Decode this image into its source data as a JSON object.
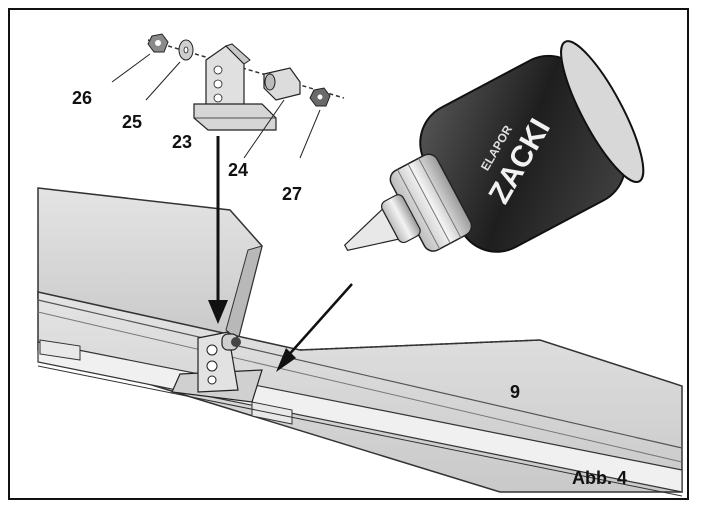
{
  "labels": {
    "p26": "26",
    "p25": "25",
    "p23": "23",
    "p24": "24",
    "p27": "27",
    "p9": "9"
  },
  "caption": "Abb. 4",
  "bottle": {
    "brand": "ZACKI",
    "maker": "ELAPOR"
  },
  "colors": {
    "frame": "#111111",
    "wing_fill": "#d9d9d9",
    "wing_dark": "#bdbdbd",
    "bottle_dark": "#2b2b2b",
    "bottle_light": "#e6e6e6"
  }
}
